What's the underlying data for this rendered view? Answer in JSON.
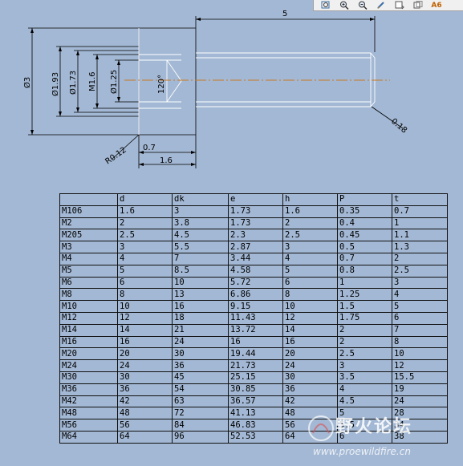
{
  "toolbar": {
    "buttons": [
      {
        "icon": "zoom-window-icon"
      },
      {
        "icon": "zoom-in-icon"
      },
      {
        "icon": "zoom-out-icon"
      },
      {
        "icon": "rotate-icon"
      },
      {
        "icon": "view-orient-icon"
      },
      {
        "icon": "saved-views-icon"
      },
      {
        "icon": "more-icon",
        "label": "A6"
      }
    ]
  },
  "drawing": {
    "dims": {
      "length": "5",
      "d3": "Ø3",
      "d193": "Ø1.93",
      "d173": "Ø1.73",
      "m16": "M1.6",
      "d125": "Ø1.25",
      "angle": "120°",
      "r012": "R0.12",
      "w07": "0.7",
      "w16": "1.6",
      "chamfer": "0.18"
    }
  },
  "table": {
    "header": [
      "",
      "d",
      "dk",
      "e",
      "h",
      "P",
      "t"
    ],
    "rows": [
      [
        "M106",
        "1.6",
        "3",
        "1.73",
        "1.6",
        "0.35",
        "0.7"
      ],
      [
        "M2",
        "2",
        "3.8",
        "1.73",
        "2",
        "0.4",
        "1"
      ],
      [
        "M205",
        "2.5",
        "4.5",
        "2.3",
        "2.5",
        "0.45",
        "1.1"
      ],
      [
        "M3",
        "3",
        "5.5",
        "2.87",
        "3",
        "0.5",
        "1.3"
      ],
      [
        "M4",
        "4",
        "7",
        "3.44",
        "4",
        "0.7",
        "2"
      ],
      [
        "M5",
        "5",
        "8.5",
        "4.58",
        "5",
        "0.8",
        "2.5"
      ],
      [
        "M6",
        "6",
        "10",
        "5.72",
        "6",
        "1",
        "3"
      ],
      [
        "M8",
        "8",
        "13",
        "6.86",
        "8",
        "1.25",
        "4"
      ],
      [
        "M10",
        "10",
        "16",
        "9.15",
        "10",
        "1.5",
        "5"
      ],
      [
        "M12",
        "12",
        "18",
        "11.43",
        "12",
        "1.75",
        "6"
      ],
      [
        "M14",
        "14",
        "21",
        "13.72",
        "14",
        "2",
        "7"
      ],
      [
        "M16",
        "16",
        "24",
        "16",
        "16",
        "2",
        "8"
      ],
      [
        "M20",
        "20",
        "30",
        "19.44",
        "20",
        "2.5",
        "10"
      ],
      [
        "M24",
        "24",
        "36",
        "21.73",
        "24",
        "3",
        "12"
      ],
      [
        "M30",
        "30",
        "45",
        "25.15",
        "30",
        "3.5",
        "15.5"
      ],
      [
        "M36",
        "36",
        "54",
        "30.85",
        "36",
        "4",
        "19"
      ],
      [
        "M42",
        "42",
        "63",
        "36.57",
        "42",
        "4.5",
        "24"
      ],
      [
        "M48",
        "48",
        "72",
        "41.13",
        "48",
        "5",
        "28"
      ],
      [
        "M56",
        "56",
        "84",
        "46.83",
        "56",
        "5.5",
        "34"
      ],
      [
        "M64",
        "64",
        "96",
        "52.53",
        "64",
        "6",
        "38"
      ]
    ]
  },
  "watermark": {
    "title": "野火论坛",
    "url": "www.proewildfire.cn"
  }
}
